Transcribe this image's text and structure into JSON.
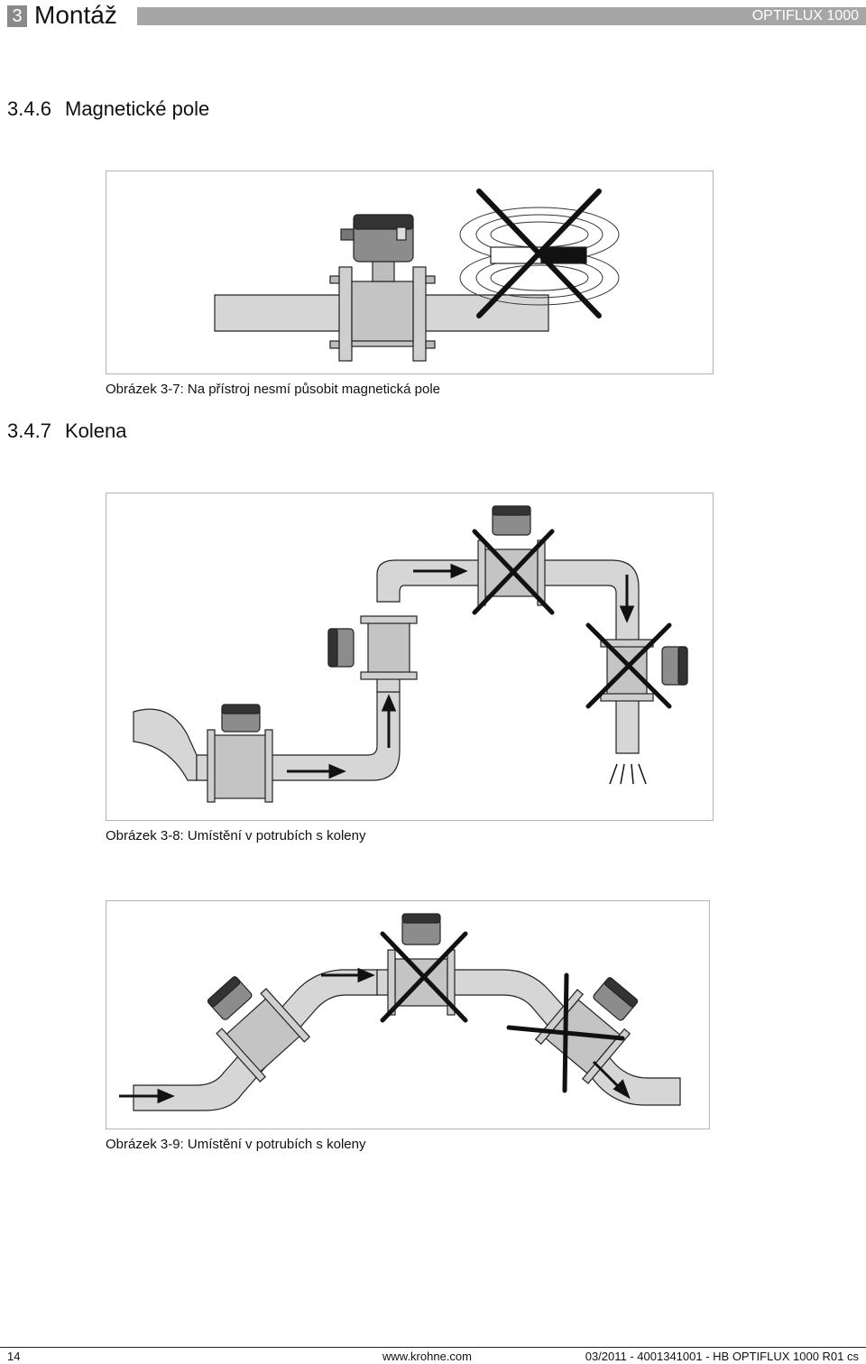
{
  "header": {
    "chapter_number": "3",
    "chapter_title": "Montáž",
    "product": "OPTIFLUX 1000"
  },
  "sections": [
    {
      "number": "3.4.6",
      "title": "Magnetické pole"
    },
    {
      "number": "3.4.7",
      "title": "Kolena"
    }
  ],
  "figures": [
    {
      "caption": "Obrázek 3-7: Na přístroj nesmí působit magnetická pole"
    },
    {
      "caption": "Obrázek 3-8: Umístění v potrubích s koleny"
    },
    {
      "caption": "Obrázek 3-9: Umístění v potrubích s koleny"
    }
  ],
  "colors": {
    "pipe_fill": "#d6d6d6",
    "meter_fill": "#c8c8c8",
    "head_fill": "#3a3a3a",
    "line": "#222222"
  },
  "footer": {
    "page_number": "14",
    "website": "www.krohne.com",
    "document_id": "03/2011 - 4001341001 - HB OPTIFLUX 1000 R01 cs"
  }
}
